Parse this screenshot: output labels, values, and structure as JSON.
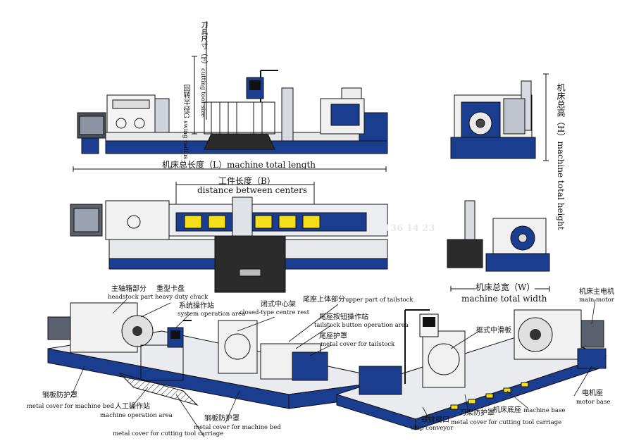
{
  "colors": {
    "machine_blue": "#1b3d8f",
    "bed_gray": "#e6e8ec",
    "guard_yellow": "#f4df1a",
    "outline": "#1a1a1a",
    "dark": "#2b2b2b"
  },
  "front_view": {
    "swing_radius_cn": "回转半径G",
    "swing_radius_en": "swing radius",
    "tool_size_cn": "刀具尺寸（F）",
    "tool_size_en": "cutting tool size",
    "total_length": "机床总长度（L）machine total length"
  },
  "side_view": {
    "total_height_cn": "机床总高（H）",
    "total_height_en": "machine total height"
  },
  "top_view": {
    "workpiece_length_cn": "工件长度（B）",
    "distance_between_centers": "distance between centers",
    "watermark": "136 14 23"
  },
  "end_view": {
    "total_width_cn": "机床总宽（W）",
    "total_width_en": "machine total width"
  },
  "iso_left": {
    "headstock_cn": "主轴箱部分",
    "headstock_en": "headstock part",
    "chuck_cn": "重型卡盘",
    "chuck_en": "heavy duty chuck",
    "system_cn": "系统操作站",
    "system_en": "system operation area",
    "rest_cn": "闭式中心架",
    "rest_en": "closed-type centre rest",
    "upper_tail_cn": "尾座上体部分",
    "upper_tail_en": "upper part of tailstock",
    "tail_button_cn": "尾座按钮操作站",
    "tail_button_en": "tailstock button operation area",
    "tail_cover_cn": "尾座护罩",
    "tail_cover_en": "metal cover for tailstock",
    "bed_cover_left_cn": "钢板防护罩",
    "bed_cover_left_en": "metal cover for machine bed",
    "manual_cn": "人工操作站",
    "manual_en": "machine operation area",
    "carriage_cover_en": "metal cover for cutting tool carriage",
    "bed_cover_right_cn": "钢板防护罩",
    "bed_cover_right_en": "metal cover for machine bed"
  },
  "iso_right": {
    "frame_cn": "框式中滑板",
    "main_motor_cn": "机床主电机",
    "main_motor_en": "main motor",
    "motor_base_cn": "电机座",
    "motor_base_en": "motor base",
    "machine_base_cn": "机床底座",
    "machine_base_en": "machine base",
    "carriage_cover_cn": "刀架防护罩",
    "carriage_cover_en": "metal cover for cutting tool carriage",
    "chip_cn": "铁排屑口",
    "chip_en": "chip conveyor"
  }
}
